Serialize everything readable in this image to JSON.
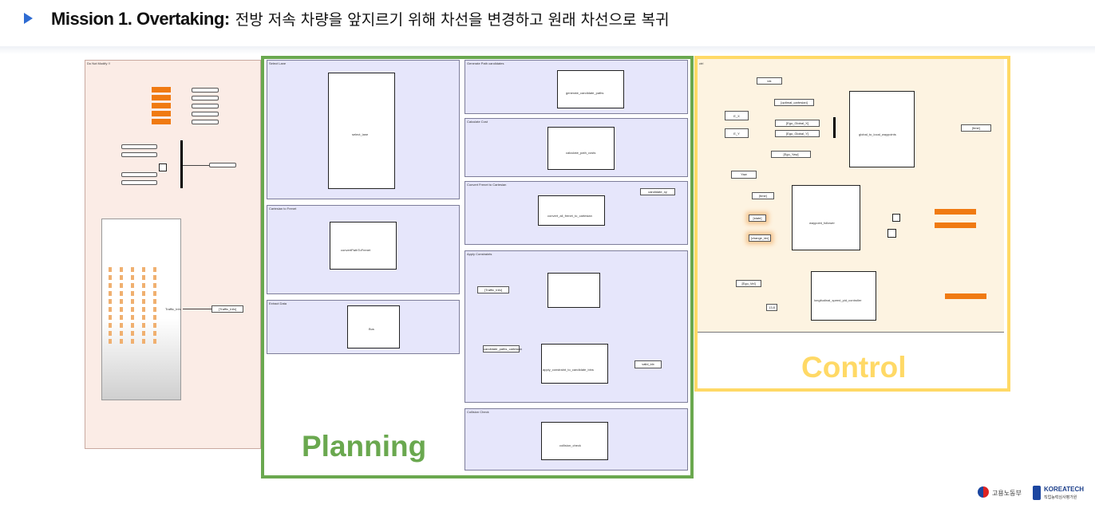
{
  "header": {
    "mission": "Mission 1. Overtaking:",
    "description": "전방 저속 차량을 앞지르기 위해 차선을 변경하고 원래 차선으로 복귀"
  },
  "colors": {
    "planning_border": "#6aa84f",
    "control_border": "#ffd966",
    "planning_text": "#6aa84f",
    "control_text": "#ffd966",
    "accent": "#2e6bd2",
    "output_bar": "#f07a12"
  },
  "left_panel": {
    "caption": "Do Not Modify !!",
    "traffic_in": "Traffic_Info",
    "traffic_tag": "[Traffic_Info]"
  },
  "planning": {
    "label": "Planning",
    "subsystems": [
      {
        "caption": "Select Lane",
        "block": "select_lane"
      },
      {
        "caption": "Cartesian to Frenet",
        "block": "convertPathToFrenet"
      },
      {
        "caption": "Extract Data",
        "block": "Bus"
      },
      {
        "caption": "Generate Path candidates",
        "block": "generate_candidate_paths"
      },
      {
        "caption": "Calculate Cost",
        "block": "calculate_path_costs"
      },
      {
        "caption": "Convert Frenet to Cartesian",
        "block": "convert_all_frenet_to_cartesian"
      },
      {
        "caption": "Apply Constraints",
        "block": "apply_constraint_to_candidate_bins"
      },
      {
        "caption": "Collision Check",
        "block": "collision_check"
      }
    ],
    "tags": {
      "candidate": "candidate_xy",
      "valid": "valid_idx",
      "traffic": "[Traffic_Info]",
      "cand_paths": "candidate_paths_cartesian"
    }
  },
  "control": {
    "label": "Control",
    "caption": "ctrl",
    "blocks": [
      "global_to_local_waypoints",
      "waypoint_follower",
      "longitudinal_speed_pid_controller"
    ],
    "tags": [
      "idx",
      "[optimal_cartesian]",
      "E_X",
      "E_Y",
      "[Ego_Global_X]",
      "[Ego_Global_Y]",
      "[Ego_Yaw]",
      "Yaw",
      "[time]",
      "[time]",
      "[Ego_Vel]",
      "[state]",
      "[change_idx]"
    ],
    "const": "13.8"
  },
  "logos": {
    "moel": "고용노동부",
    "koreatech": "KOREATECH",
    "koreatech_sub": "직업능력심사평가원"
  }
}
